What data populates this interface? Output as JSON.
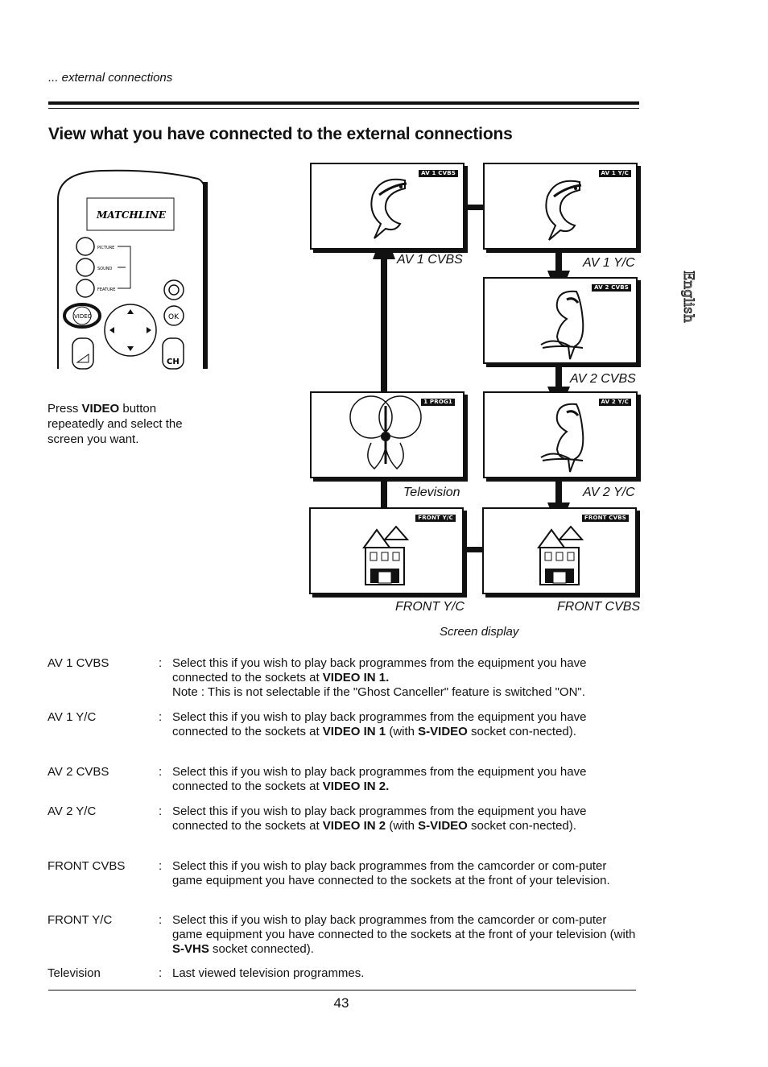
{
  "header": {
    "section_label": "... external connections",
    "title": "View what you have connected to the external connections"
  },
  "remote": {
    "brand": "MATCHLINE",
    "buttons": [
      "PICTURE",
      "SOUND",
      "FEATURE",
      "VIDEO",
      "OK",
      "CH"
    ]
  },
  "instruction": {
    "prefix": "Press ",
    "button_name": "VIDEO",
    "suffix": " button repeatedly and select the screen you want."
  },
  "screens": [
    {
      "id": "av1cvbs",
      "badge": "AV 1 CVBS",
      "label": "AV 1 CVBS",
      "image": "fish-icon"
    },
    {
      "id": "av1yc",
      "badge": "AV 1 Y/C",
      "label": "AV 1 Y/C",
      "image": "fish-icon"
    },
    {
      "id": "av2cvbs",
      "badge": "AV 2 CVBS",
      "label": "AV 2 CVBS",
      "image": "parrot-icon"
    },
    {
      "id": "television",
      "badge": "1 PROG1",
      "label": "Television",
      "image": "butterfly-icon"
    },
    {
      "id": "av2yc",
      "badge": "AV 2 Y/C",
      "label": "AV 2 Y/C",
      "image": "parrot-icon"
    },
    {
      "id": "frontyc",
      "badge": "FRONT Y/C",
      "label": "FRONT Y/C",
      "image": "house-icon"
    },
    {
      "id": "frontcvbs",
      "badge": "FRONT CVBS",
      "label": "FRONT CVBS",
      "image": "house-icon"
    }
  ],
  "diagram_caption": "Screen display",
  "side_tab": "English",
  "definitions": [
    {
      "term": "AV 1  CVBS",
      "colon": ":",
      "parts": [
        "Select this if you wish to play back programmes from the equipment you have connected to the sockets at ",
        "VIDEO IN 1.",
        "",
        "",
        ""
      ],
      "note": "Note : This is not selectable if the \"Ghost Canceller\" feature is switched \"ON\"."
    },
    {
      "term": "AV 1  Y/C",
      "colon": ":",
      "parts": [
        "Select this if you wish to play back programmes from the equipment you have connected to the sockets at ",
        "VIDEO IN 1",
        " (with ",
        "S-VIDEO",
        " socket con-nected)."
      ]
    },
    {
      "term": "AV  2  CVBS",
      "colon": ":",
      "parts": [
        "Select this if you wish to play back programmes from the equipment you have connected to the sockets at ",
        "VIDEO IN 2.",
        "",
        "",
        ""
      ]
    },
    {
      "term": "AV 2  Y/C",
      "colon": ":",
      "parts": [
        "Select this if you wish to play back programmes from the equipment you have connected to the sockets at ",
        "VIDEO IN 2",
        " (with ",
        "S-VIDEO",
        " socket con-nected)."
      ]
    },
    {
      "term": "FRONT CVBS",
      "colon": ":",
      "parts": [
        "Select this if you wish to play back programmes from the camcorder or com-puter game equipment you have connected to the sockets at the front of your television.",
        "",
        "",
        "",
        ""
      ]
    },
    {
      "term": "FRONT  Y/C",
      "colon": ":",
      "parts": [
        "Select this if you wish to play back programmes from the camcorder or com-puter game equipment you have connected to the sockets at the front of your television (with ",
        "S-VHS",
        " socket connected).",
        "",
        ""
      ]
    },
    {
      "term": "Television",
      "colon": ":",
      "parts": [
        "Last viewed television programmes.",
        "",
        "",
        "",
        ""
      ]
    }
  ],
  "page_number": "43"
}
